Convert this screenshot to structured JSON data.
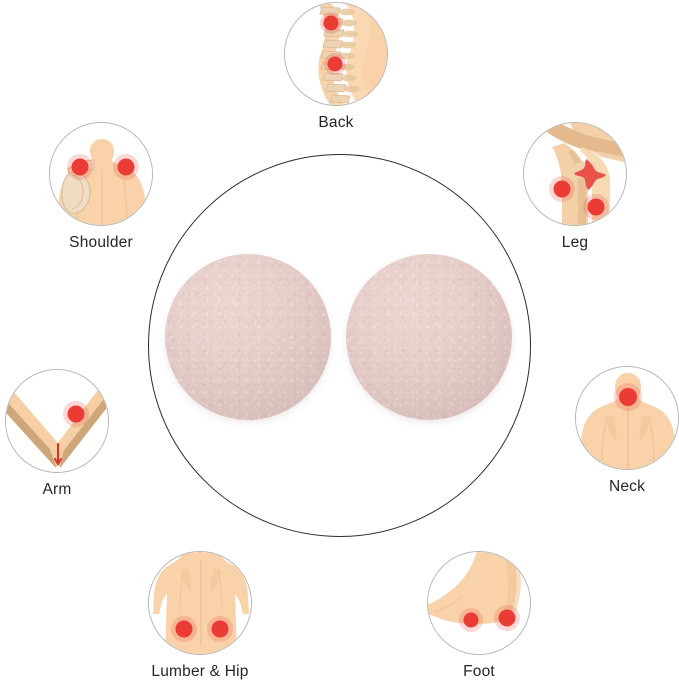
{
  "product": {
    "name": "massage-ball-pair",
    "item_count": 2,
    "ball_color": "#e7cfcb",
    "ball_color_shadow": "#c9b0ad",
    "circle_outline_color": "#2b2b2b",
    "background_color": "#ffffff"
  },
  "badges": {
    "outline_color": "#b4b4b4",
    "skin_color": "#f7cfa6",
    "skin_shadow_color": "#eebf90",
    "bone_color": "#efdcc3",
    "pain_color": "#ea3b35",
    "caption_color": "#262626",
    "items": [
      {
        "id": "back",
        "icon": "spine-icon",
        "label": "Back"
      },
      {
        "id": "shoulder",
        "icon": "shoulder-joint-icon",
        "label": "Shoulder"
      },
      {
        "id": "leg",
        "icon": "knee-joint-icon",
        "label": "Leg"
      },
      {
        "id": "arm",
        "icon": "elbow-joint-icon",
        "label": "Arm"
      },
      {
        "id": "neck",
        "icon": "neck-back-icon",
        "label": "Neck"
      },
      {
        "id": "lumber",
        "icon": "lower-back-icon",
        "label": "Lumber & Hip"
      },
      {
        "id": "foot",
        "icon": "foot-icon",
        "label": "Foot"
      }
    ]
  }
}
